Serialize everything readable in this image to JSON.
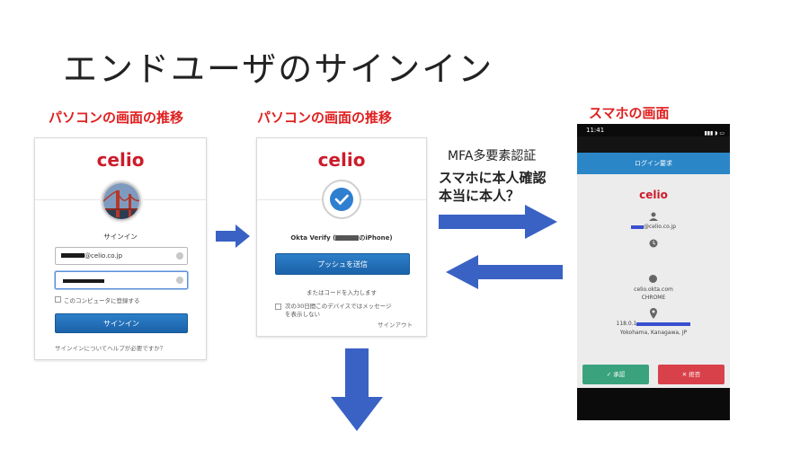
{
  "title": "エンドユーザのサインイン",
  "captions": {
    "pc1": "パソコンの画面の推移",
    "pc2": "パソコンの画面の推移",
    "phone": "スマホの画面"
  },
  "brand": {
    "logo_text": "celio",
    "logo_color": "#cc1c2b",
    "accent": "#1e6fb8",
    "arrow_color": "#3a62c4"
  },
  "signin_card": {
    "heading": "サインイン",
    "username_value": "@celio.co.jp",
    "remember_label": "このコンピュータに登録する",
    "submit_label": "サインイン",
    "help_link": "サインインについてヘルプが必要ですか？"
  },
  "verify_card": {
    "device_label_prefix": "Okta Verify (",
    "device_label_suffix": "のiPhone)",
    "push_button": "プッシュを送信",
    "code_link": "またはコードを入力します",
    "skip_label": "次の30日間このデバイスではメッセージを表示しない",
    "signout_link": "サインアウト"
  },
  "mfa_text": {
    "line1": "MFA多要素認証",
    "line2": "スマホに本人確認",
    "line3": "本当に本人？"
  },
  "phone": {
    "time": "11:41",
    "header": "ログイン要求",
    "email": "@celio.co.jp",
    "domain": "celio.okta.com",
    "browser": "CHROME",
    "ip_prefix": "118.0.1",
    "location": "Yokohama, Kanagawa, JP",
    "approve_label": "承認",
    "deny_label": "拒否",
    "approve_color": "#3aa37e",
    "deny_color": "#d9414a"
  }
}
